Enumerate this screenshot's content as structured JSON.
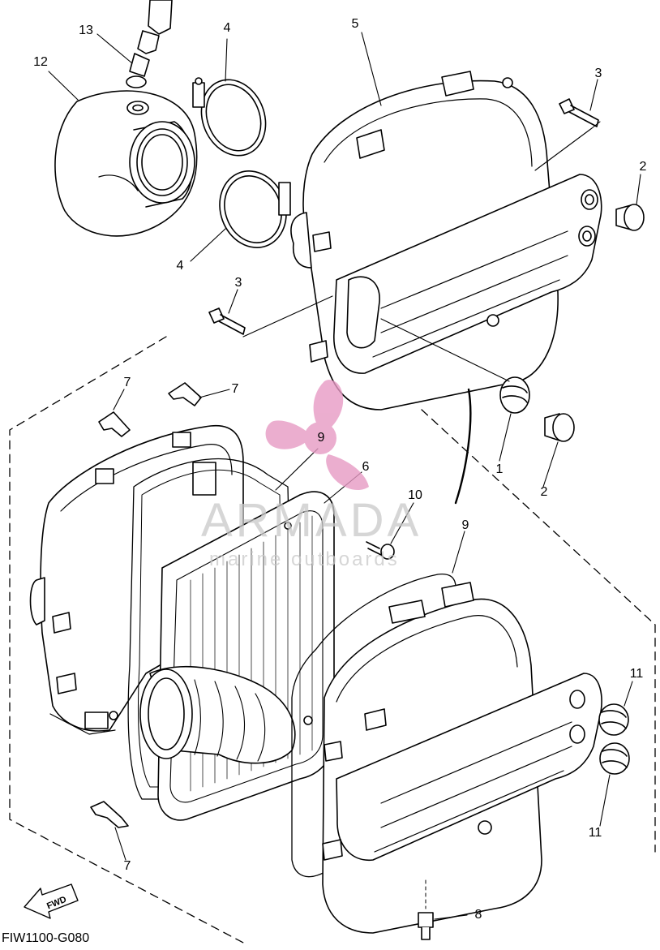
{
  "callouts": {
    "c13": "13",
    "c12": "12",
    "c4a": "4",
    "c4b": "4",
    "c5": "5",
    "c3a": "3",
    "c3b": "3",
    "c2a": "2",
    "c2b": "2",
    "c1": "1",
    "c7a": "7",
    "c7b": "7",
    "c7c": "7",
    "c9a": "9",
    "c9b": "9",
    "c6": "6",
    "c10": "10",
    "c11a": "11",
    "c11b": "11",
    "c8": "8"
  },
  "fwd_label": "FWD",
  "diagram_code": "FIW1100-G080",
  "watermark": {
    "title": "ARMADA",
    "subtitle": "marine outboards",
    "color": "#e79ac4"
  }
}
